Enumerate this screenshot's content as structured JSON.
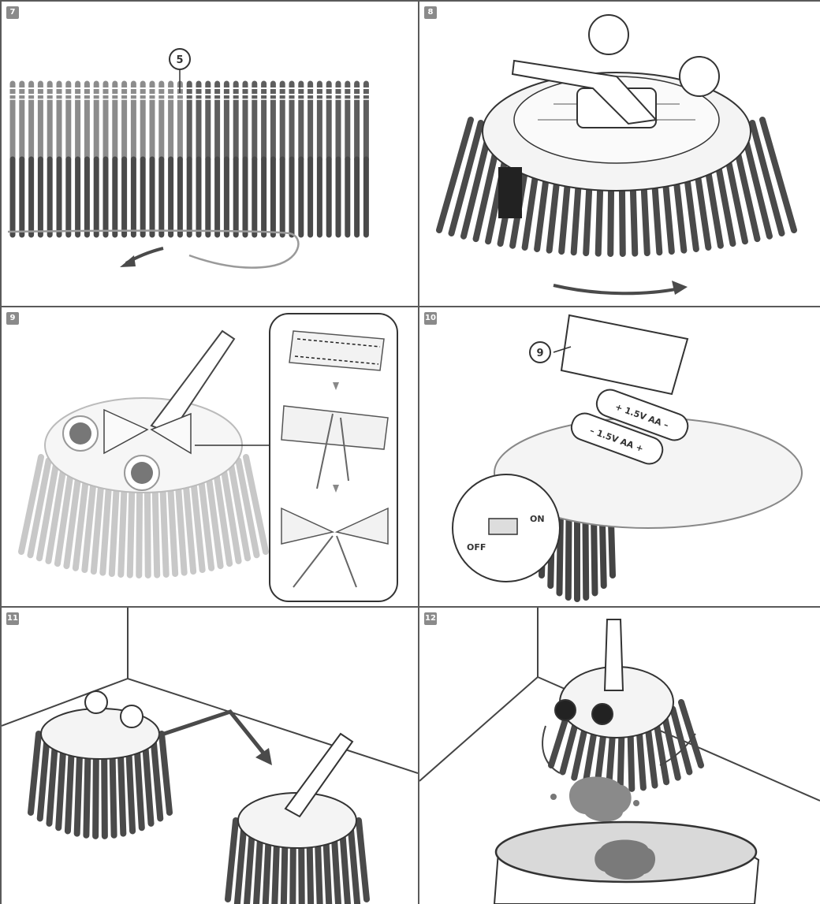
{
  "panels": [
    {
      "number": "7",
      "callout": "5"
    },
    {
      "number": "8"
    },
    {
      "number": "9"
    },
    {
      "number": "10",
      "callout": "9",
      "battery_1": "+ 1.5V AA  –",
      "battery_2": "– 1.5V AA   +",
      "switch_on": "ON",
      "switch_off": "OFF"
    },
    {
      "number": "11"
    },
    {
      "number": "12"
    }
  ]
}
